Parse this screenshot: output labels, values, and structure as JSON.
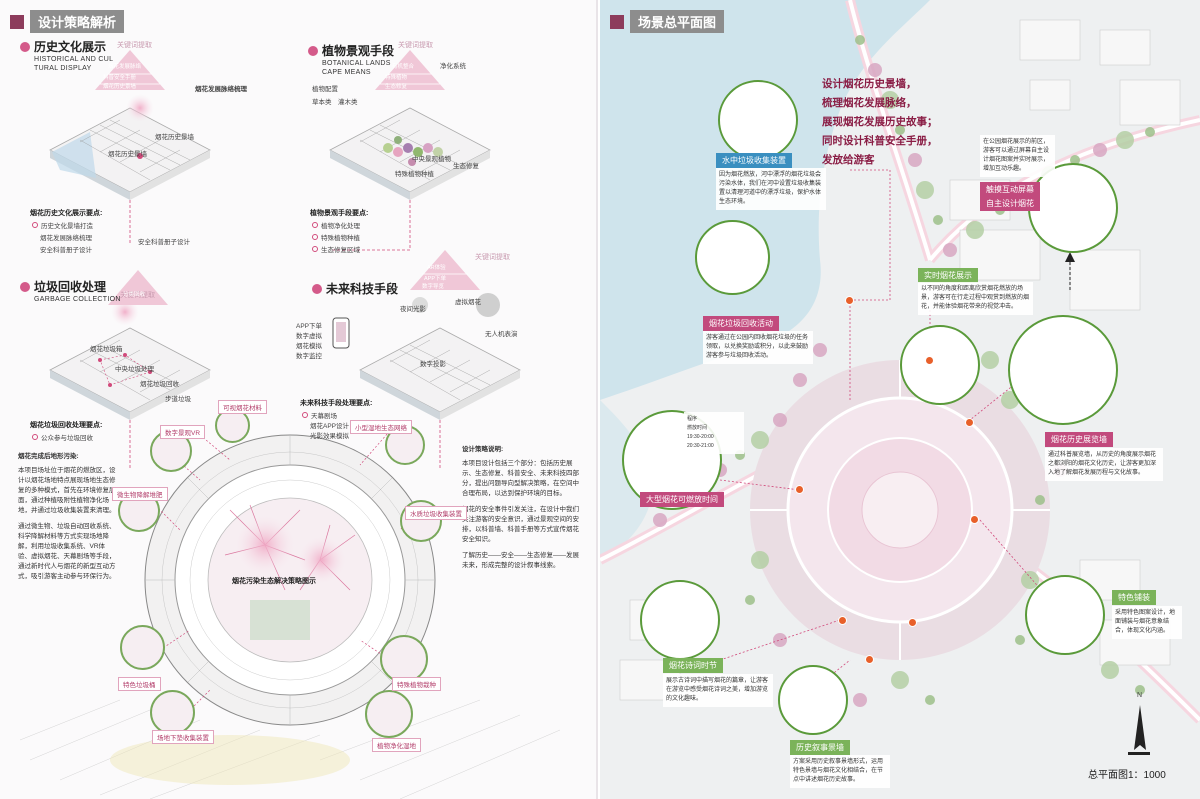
{
  "left": {
    "title": "设计策略解析",
    "sections": {
      "history": {
        "cn": "历史文化展示",
        "en1": "HISTORICAL AND CUL",
        "en2": "TURAL DISPLAY",
        "keyword": "关键词提取",
        "tri": [
          "烟花发展脉络",
          "科普安全手册",
          "烟花历史景墙"
        ],
        "annot": [
          "烟花发展脉络梳理",
          "烟花历史景墙",
          "烟花历史景墙",
          "安全科普册子设计"
        ],
        "points_head": "烟花历史文化展示要点:",
        "points": [
          "历史文化景墙打造",
          "烟花发展脉络梳理",
          "安全科普册子设计"
        ]
      },
      "plants": {
        "cn": "植物景观手段",
        "en1": "BOTANICAL LANDS",
        "en2": "CAPE MEANS",
        "keyword": "关键词提取",
        "tri": [
          "有机整合",
          "特殊植物",
          "生态修复"
        ],
        "annot": [
          "植物配置",
          "草本类",
          "灌木类",
          "净化系统",
          "中央景观植物",
          "特殊植物种植",
          "生态修复"
        ],
        "points_head": "植物景观手段要点:",
        "points": [
          "植物净化处理",
          "特殊植物种植",
          "生态修复区域"
        ]
      },
      "garbage": {
        "cn": "垃圾回收处理",
        "en1": "GARBAGE COLLECTION",
        "keyword": "关键词提取",
        "tri": [
          "分类回收",
          "公众参与",
          "生态修复"
        ],
        "annot": [
          "烟花垃圾箱",
          "中央垃圾处理",
          "烟花垃圾回收",
          "步道垃圾"
        ],
        "points_head": "烟花垃圾回收处理要点:",
        "points": [
          "公众参与垃圾回收"
        ]
      },
      "tech": {
        "cn": "未来科技手段",
        "keyword": "关键词提取",
        "tri": [
          "AR体验",
          "APP下单",
          "数字导览"
        ],
        "annot": [
          "APP下单",
          "数字虚拟",
          "烟花模拟",
          "数字监控",
          "夜间光影",
          "无人机表演",
          "数字投影",
          "虚拟烟花"
        ],
        "points_head": "未来科技手段处理要点:",
        "points": [
          "天幕剧场",
          "烟花APP设计",
          "光影效果模拟"
        ]
      }
    },
    "center_label": "烟花污染生态解决策略图示",
    "tags": [
      "可视烟花材料",
      "数字景观VR",
      "微生物降解堆肥",
      "小型湿地生态网络",
      "水质垃圾收集装置",
      "特色垃圾桶",
      "特殊植物栽种",
      "场地下垫收集装置",
      "植物净化湿地"
    ],
    "desc_left": {
      "head": "烟花完成后地形污染:",
      "p1": "本项目场址位于烟花的燃放区，设计以烟花场地特点展现场地生态修复的多种模式，首先在环境修复层面，通过种植吸附性植物净化场地，并通过垃圾收集装置来清理。",
      "p2": "通过微生物、垃圾自动回收系统、科学降解材料等方式实现场地降解，利用垃圾收集系统、VR体验、虚拟烟花、天幕剧场等手段，通过新时代人与烟花的新型互动方式，吸引游客主动参与环保行为。"
    },
    "desc_right": {
      "head": "设计策略说明:",
      "p1": "本项目设计包括三个部分：包括历史展示、生态修复、科普安全、未来科技四部分，提出问题导向型解决策略，在空间中合理布局，以达到保护环境的目标。",
      "p2": "烟花的安全事件引发关注，在设计中我们关注游客的安全意识，通过景观空间的安排，以科普墙、科普手册等方式宣传烟花安全知识。",
      "p3": "了解历史——安全——生态修复——发展未来，形成完整的设计叙事线索。"
    }
  },
  "right": {
    "title": "场景总平面图",
    "headline": [
      "设计烟花历史景墙，",
      "梳理烟花发展脉络，",
      "展现烟花发展历史故事；",
      "同时设计科普安全手册，",
      "发放给游客"
    ],
    "labels": {
      "water": "水中垃圾收集装置",
      "garbage": "烟花垃圾回收活动",
      "launch": "大型烟花可燃放时间",
      "screen1": "触摸互动屏幕",
      "screen2": "自主设计烟花",
      "realtime": "实时烟花展示",
      "wall": "烟花历史展览墙",
      "poem": "烟花诗词时节",
      "story": "历史叙事景墙",
      "special": "特色铺装"
    },
    "descs": {
      "water": "因为烟花燃放，河中漂浮的烟花垃圾会污染水体，我们在河中设置垃圾收集装置以清理河道中的漂浮垃圾，保护水体生态环境。",
      "garbage": "游客通过在公园内回收烟花垃圾的任务领取，以兑换奖励或积分，以此来鼓励游客参与垃圾回收活动。",
      "screen": "在公园烟花展示的前区，游客可以通过屏幕自主设计烟花图案并实时展示，增加互动乐趣。",
      "realtime": "以不同的角度和距离欣赏烟花燃放的场景，游客可在行走过程中观赏到燃放的烟花，并能体验烟花带来的视觉冲击。",
      "wall": "通过科普展览墙，从历史的角度展示烟花之都浏阳的烟花文化历史，让游客更加深入地了解烟花发展历程与文化故事。",
      "poem": "展示古诗词中描写烟花的篇章，让游客在游览中感受烟花诗词之美，增加游览的文化趣味。",
      "story": "方案采用历史叙事景墙形式，运用特色景墙与烟花文化相结合，在节点中讲述烟花历史故事。",
      "special": "采用特色图案设计，地面铺装与烟花意象结合，体现文化内涵。"
    },
    "compass": "N",
    "scale": "总平面图1：1000",
    "info_box": {
      "title": "程序",
      "lines": [
        "燃放时间",
        "19:30-20:00",
        "20:30-21:00"
      ]
    }
  }
}
